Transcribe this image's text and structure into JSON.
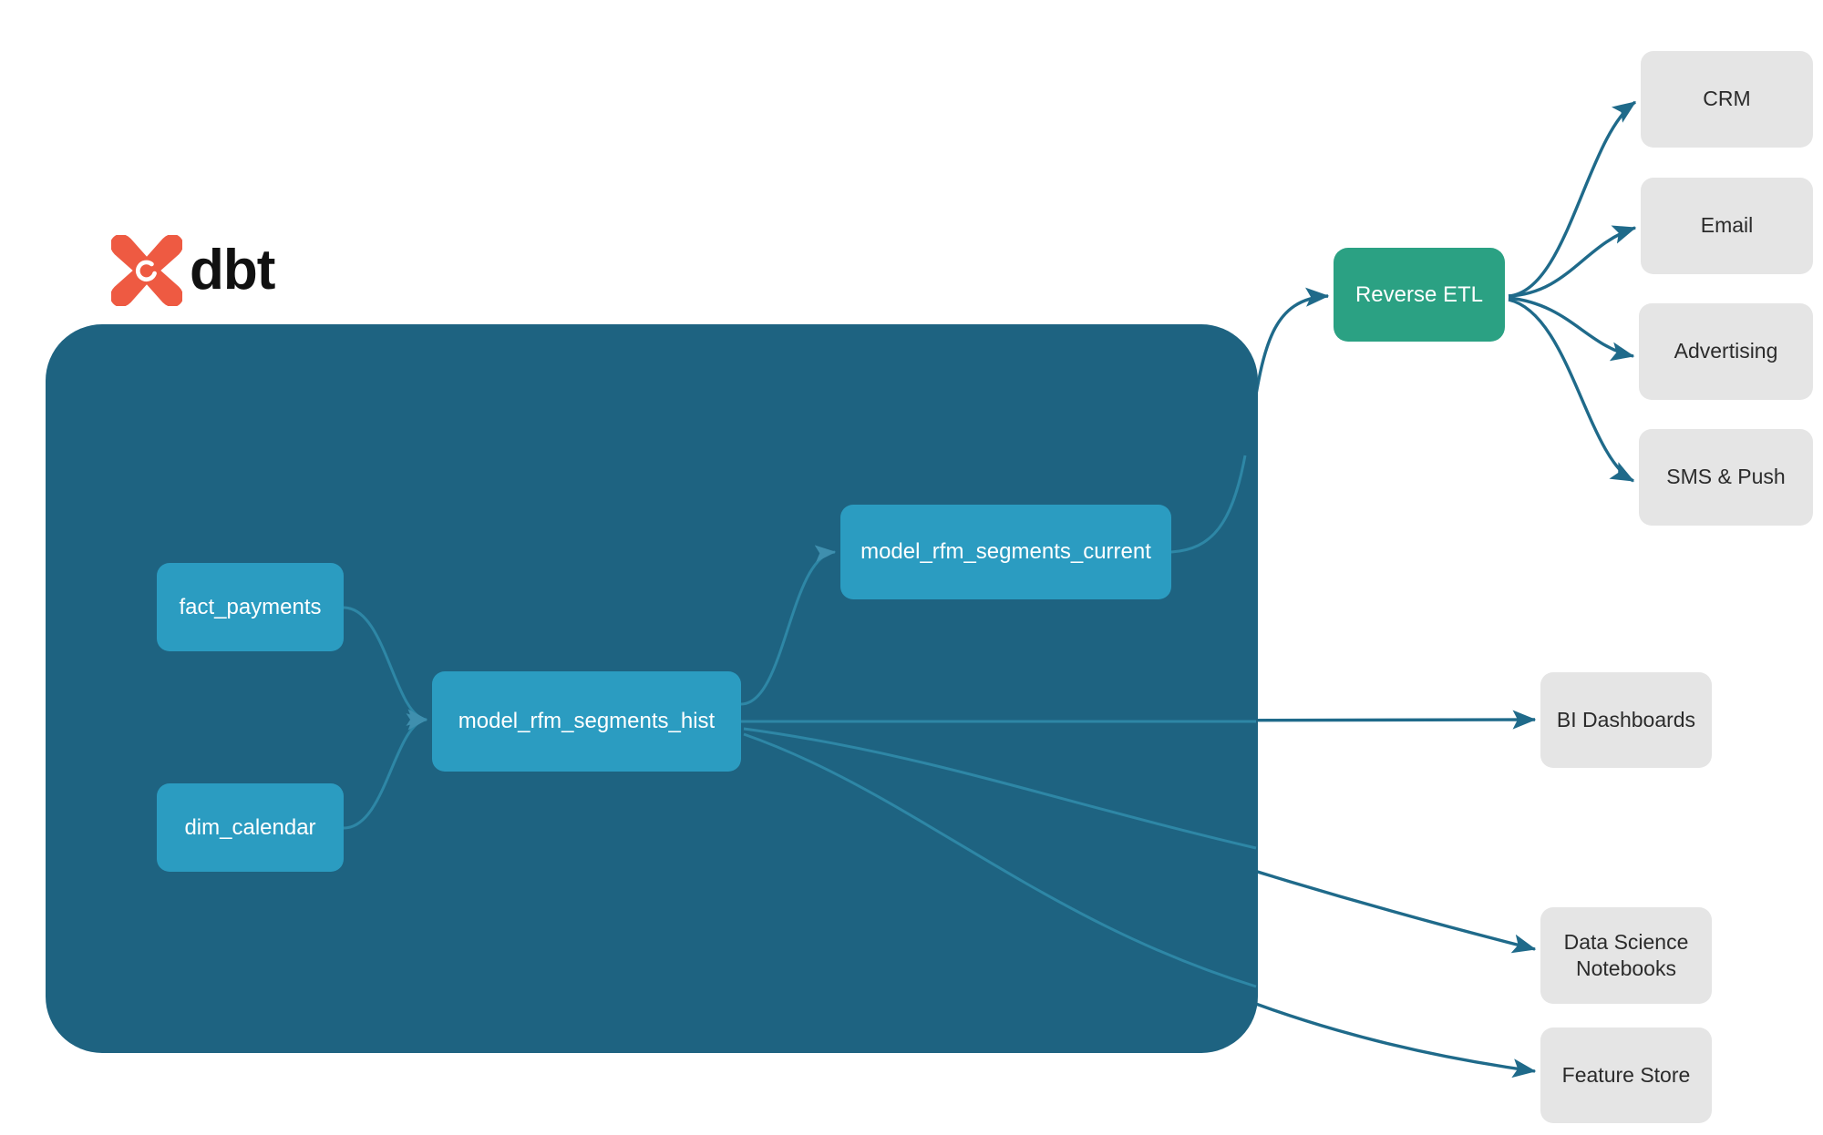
{
  "diagram": {
    "title": "dbt",
    "logo_name": "dbt",
    "warehouse_label": "",
    "colors": {
      "warehouse": "#1e6381",
      "model_node": "#2b9cc1",
      "reverse_etl": "#2ba183",
      "sink_node": "#e5e5e5",
      "edge": "#1f6a8a",
      "inner_edge": "#2e7f9d",
      "logo": "#ee5a42",
      "background": "#ffffff"
    },
    "models": [
      {
        "id": "fact_payments",
        "label": "fact_payments"
      },
      {
        "id": "dim_calendar",
        "label": "dim_calendar"
      },
      {
        "id": "model_rfm_segments_hist",
        "label": "model_rfm_segments_hist"
      },
      {
        "id": "model_rfm_segments_current",
        "label": "model_rfm_segments_current"
      }
    ],
    "reverse_etl": {
      "id": "reverse_etl",
      "label": "Reverse ETL"
    },
    "activation_targets": [
      {
        "id": "crm",
        "label": "CRM"
      },
      {
        "id": "email",
        "label": "Email"
      },
      {
        "id": "advertising",
        "label": "Advertising"
      },
      {
        "id": "sms_push",
        "label": "SMS & Push"
      }
    ],
    "analytics_targets": [
      {
        "id": "bi_dashboards",
        "label": "BI Dashboards"
      },
      {
        "id": "ds_notebooks",
        "label": "Data Science\nNotebooks",
        "line1": "Data Science",
        "line2": "Notebooks"
      },
      {
        "id": "feature_store",
        "label": "Feature Store"
      }
    ],
    "edges": [
      {
        "from": "fact_payments",
        "to": "model_rfm_segments_hist"
      },
      {
        "from": "dim_calendar",
        "to": "model_rfm_segments_hist"
      },
      {
        "from": "model_rfm_segments_hist",
        "to": "model_rfm_segments_current"
      },
      {
        "from": "model_rfm_segments_current",
        "to": "reverse_etl"
      },
      {
        "from": "model_rfm_segments_hist",
        "to": "bi_dashboards"
      },
      {
        "from": "model_rfm_segments_hist",
        "to": "ds_notebooks"
      },
      {
        "from": "model_rfm_segments_hist",
        "to": "feature_store"
      },
      {
        "from": "reverse_etl",
        "to": "crm"
      },
      {
        "from": "reverse_etl",
        "to": "email"
      },
      {
        "from": "reverse_etl",
        "to": "advertising"
      },
      {
        "from": "reverse_etl",
        "to": "sms_push"
      }
    ]
  }
}
